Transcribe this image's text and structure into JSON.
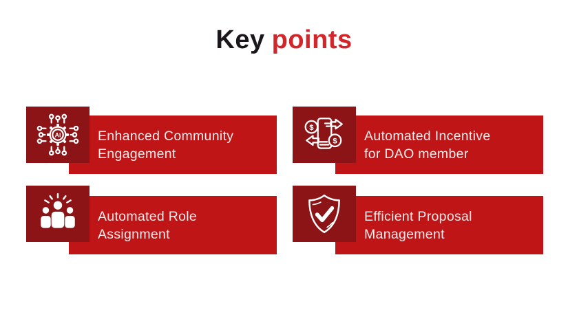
{
  "title": {
    "black_text": "Key",
    "red_text": "points"
  },
  "colors": {
    "background": "#ffffff",
    "bar_red": "#bf1517",
    "tile_maroon": "#8c1417",
    "title_black": "#1a161a",
    "title_red": "#d2262b",
    "card_text": "#f6ecec",
    "icon_stroke": "#ffffff"
  },
  "cards": [
    {
      "icon": "ai-network-icon",
      "label": "Enhanced Community\nEngagement"
    },
    {
      "icon": "money-transfer-icon",
      "label": "Automated Incentive\nfor DAO member"
    },
    {
      "icon": "team-star-icon",
      "label": "Automated Role\nAssignment"
    },
    {
      "icon": "shield-check-icon",
      "label": "Efficient Proposal\nManagement"
    }
  ]
}
